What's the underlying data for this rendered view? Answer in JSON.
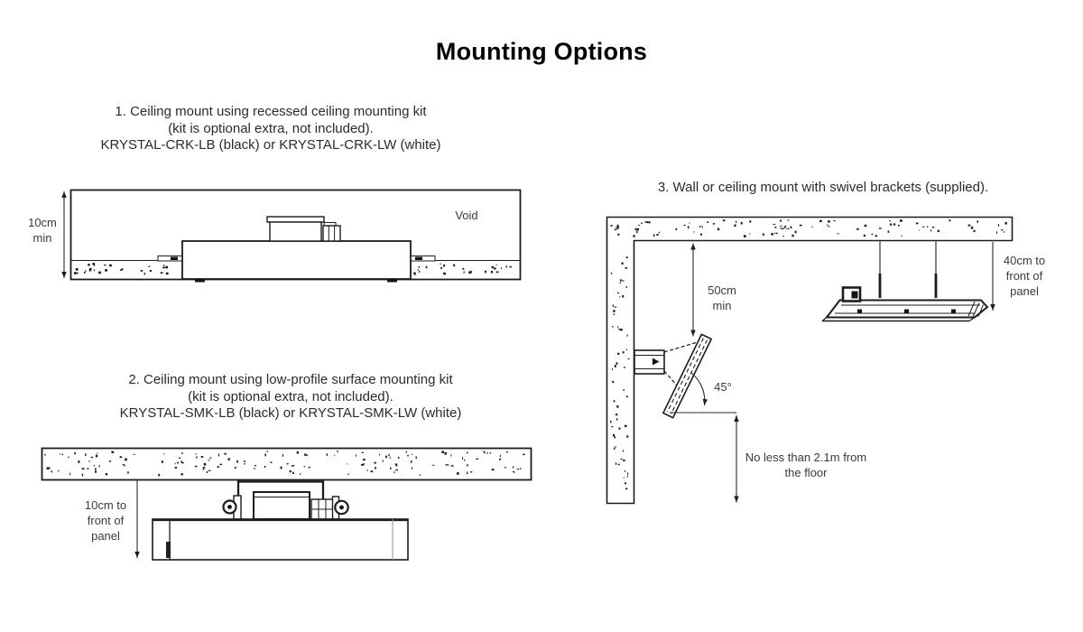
{
  "title": "Mounting Options",
  "option1": {
    "caption": [
      "1. Ceiling mount using recessed ceiling mounting kit",
      "(kit is optional extra, not included).",
      "KRYSTAL-CRK-LB (black) or KRYSTAL-CRK-LW (white)"
    ],
    "labels": {
      "gap": [
        "10cm",
        "min"
      ],
      "void": "Void"
    }
  },
  "option2": {
    "caption": [
      "2. Ceiling mount using low-profile surface mounting kit",
      "(kit is optional extra, not included).",
      "KRYSTAL-SMK-LB (black) or KRYSTAL-SMK-LW (white)"
    ],
    "labels": {
      "gap": [
        "10cm to",
        "front of",
        "panel"
      ]
    }
  },
  "option3": {
    "caption": [
      "3. Wall or ceiling mount with swivel brackets (supplied)."
    ],
    "labels": {
      "wall_gap": [
        "50cm",
        "min"
      ],
      "ceiling_gap": [
        "40cm to",
        "front of",
        "panel"
      ],
      "angle": "45°",
      "floor": [
        "No less than 2.1m from",
        "the floor"
      ]
    }
  },
  "colors": {
    "ink": "#1c1c1c",
    "label_text": "#3b3b3b",
    "background": "#ffffff"
  }
}
